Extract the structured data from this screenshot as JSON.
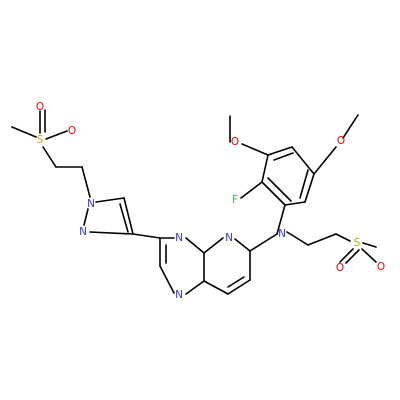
{
  "molecule": {
    "atom_labels": {
      "n_pyrazole_1": "N",
      "n_pyrazole_2": "N",
      "n_pyrazine_1": "N",
      "n_pyrazine_2": "N",
      "n_pyridine": "N",
      "n_amine": "N",
      "s_left": "S",
      "o_left_1": "O",
      "o_left_2": "O",
      "s_right": "S",
      "o_right_1": "O",
      "o_right_2": "O",
      "o_methoxy_1": "O",
      "o_methoxy_2": "O",
      "fluorine": "F"
    },
    "colors": {
      "nitrogen": "#3333ff",
      "oxygen": "#ff0000",
      "sulfur": "#b3b300",
      "fluorine": "#33cc33",
      "bond": "#000000"
    }
  }
}
